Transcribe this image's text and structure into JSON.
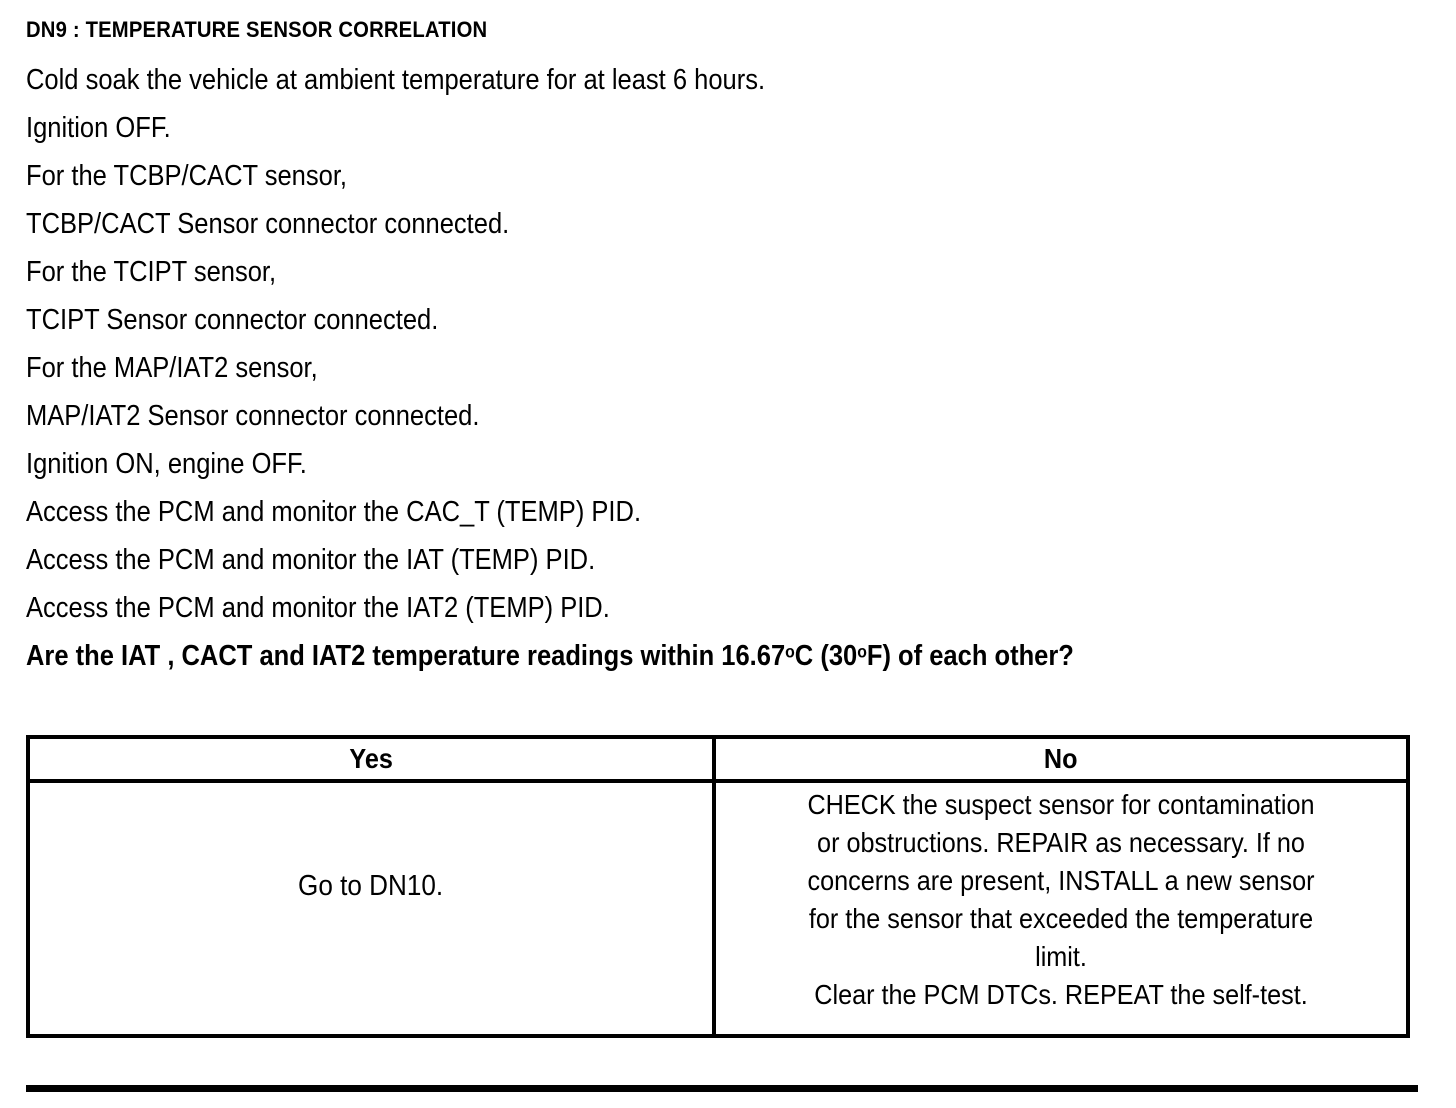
{
  "document": {
    "title": "DN9 : TEMPERATURE SENSOR CORRELATION",
    "steps": [
      "Cold soak the vehicle at ambient temperature for at least 6 hours.",
      "Ignition OFF.",
      "For the TCBP/CACT sensor,",
      "TCBP/CACT Sensor connector connected.",
      "For the TCIPT sensor,",
      "TCIPT Sensor connector connected.",
      "For the MAP/IAT2 sensor,",
      "MAP/IAT2 Sensor connector connected.",
      "Ignition ON, engine OFF.",
      "Access the PCM and monitor the  CAC_T (TEMP) PID.",
      "Access the PCM and monitor the  IAT (TEMP) PID.",
      "Access the PCM and monitor the  IAT2 (TEMP) PID."
    ],
    "question": {
      "part1": "Are the IAT , CACT and IAT2 temperature readings within 16.67",
      "deg1": "o",
      "part2": "C (30",
      "deg2": "o",
      "part3": "F) of each other?"
    }
  },
  "decision_table": {
    "headers": {
      "yes": "Yes",
      "no": "No"
    },
    "cells": {
      "yes": "Go to DN10.",
      "no_lines": [
        "CHECK the suspect sensor for contamination",
        "or obstructions. REPAIR as necessary. If no",
        "concerns are present, INSTALL a new sensor",
        "for the sensor that exceeded the temperature",
        "limit.",
        "Clear the PCM DTCs. REPEAT the self-test."
      ]
    }
  },
  "colors": {
    "ink": "#000000",
    "paper": "#ffffff"
  }
}
